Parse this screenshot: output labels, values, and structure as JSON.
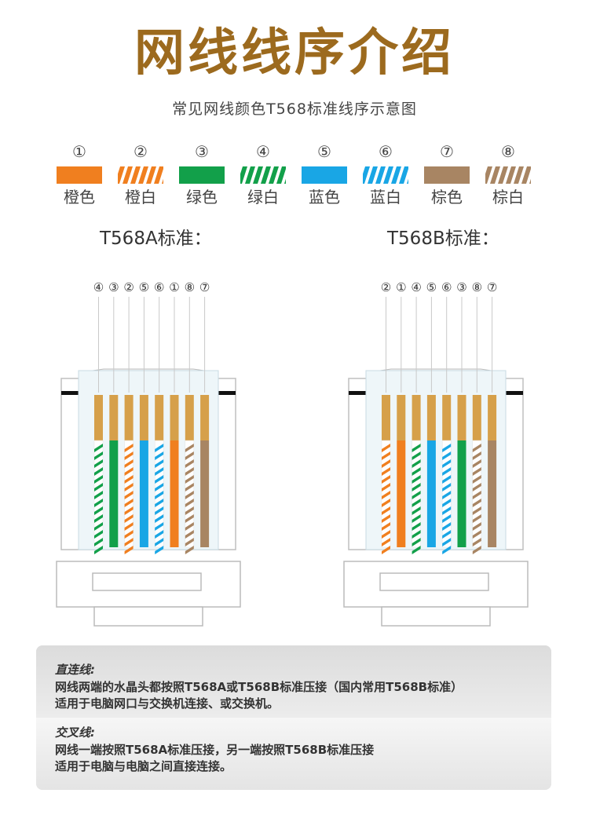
{
  "title": "网线线序介绍",
  "subtitle": "常见网线颜色T568标准线序示意图",
  "colors": {
    "orange": "#f07f1f",
    "green": "#12a04a",
    "blue": "#19a6e5",
    "brown": "#a88563",
    "title_brown": "#9c6a1e"
  },
  "legend": [
    {
      "num": "①",
      "label": "橙色",
      "color": "#f07f1f",
      "striped": false
    },
    {
      "num": "②",
      "label": "橙白",
      "color": "#f07f1f",
      "striped": true
    },
    {
      "num": "③",
      "label": "绿色",
      "color": "#12a04a",
      "striped": false
    },
    {
      "num": "④",
      "label": "绿白",
      "color": "#12a04a",
      "striped": true
    },
    {
      "num": "⑤",
      "label": "蓝色",
      "color": "#19a6e5",
      "striped": false
    },
    {
      "num": "⑥",
      "label": "蓝白",
      "color": "#19a6e5",
      "striped": true
    },
    {
      "num": "⑦",
      "label": "棕色",
      "color": "#a88563",
      "striped": false
    },
    {
      "num": "⑧",
      "label": "棕白",
      "color": "#a88563",
      "striped": true
    }
  ],
  "standards": [
    {
      "title": "T568A标准：",
      "order": [
        "④",
        "③",
        "②",
        "⑤",
        "⑥",
        "①",
        "⑧",
        "⑦"
      ]
    },
    {
      "title": "T568B标准：",
      "order": [
        "②",
        "①",
        "④",
        "⑤",
        "⑥",
        "③",
        "⑧",
        "⑦"
      ]
    }
  ],
  "info": {
    "straight": {
      "heading": "直连线:",
      "line1": "网线两端的水晶头都按照T568A或T568B标准压接（国内常用T568B标准）",
      "line2": "适用于电脑网口与交换机连接、或交换机。"
    },
    "cross": {
      "heading": "交叉线:",
      "line1": "网线一端按照T568A标准压接，另一端按照T568B标准压接",
      "line2": "适用于电脑与电脑之间直接连接。"
    }
  }
}
